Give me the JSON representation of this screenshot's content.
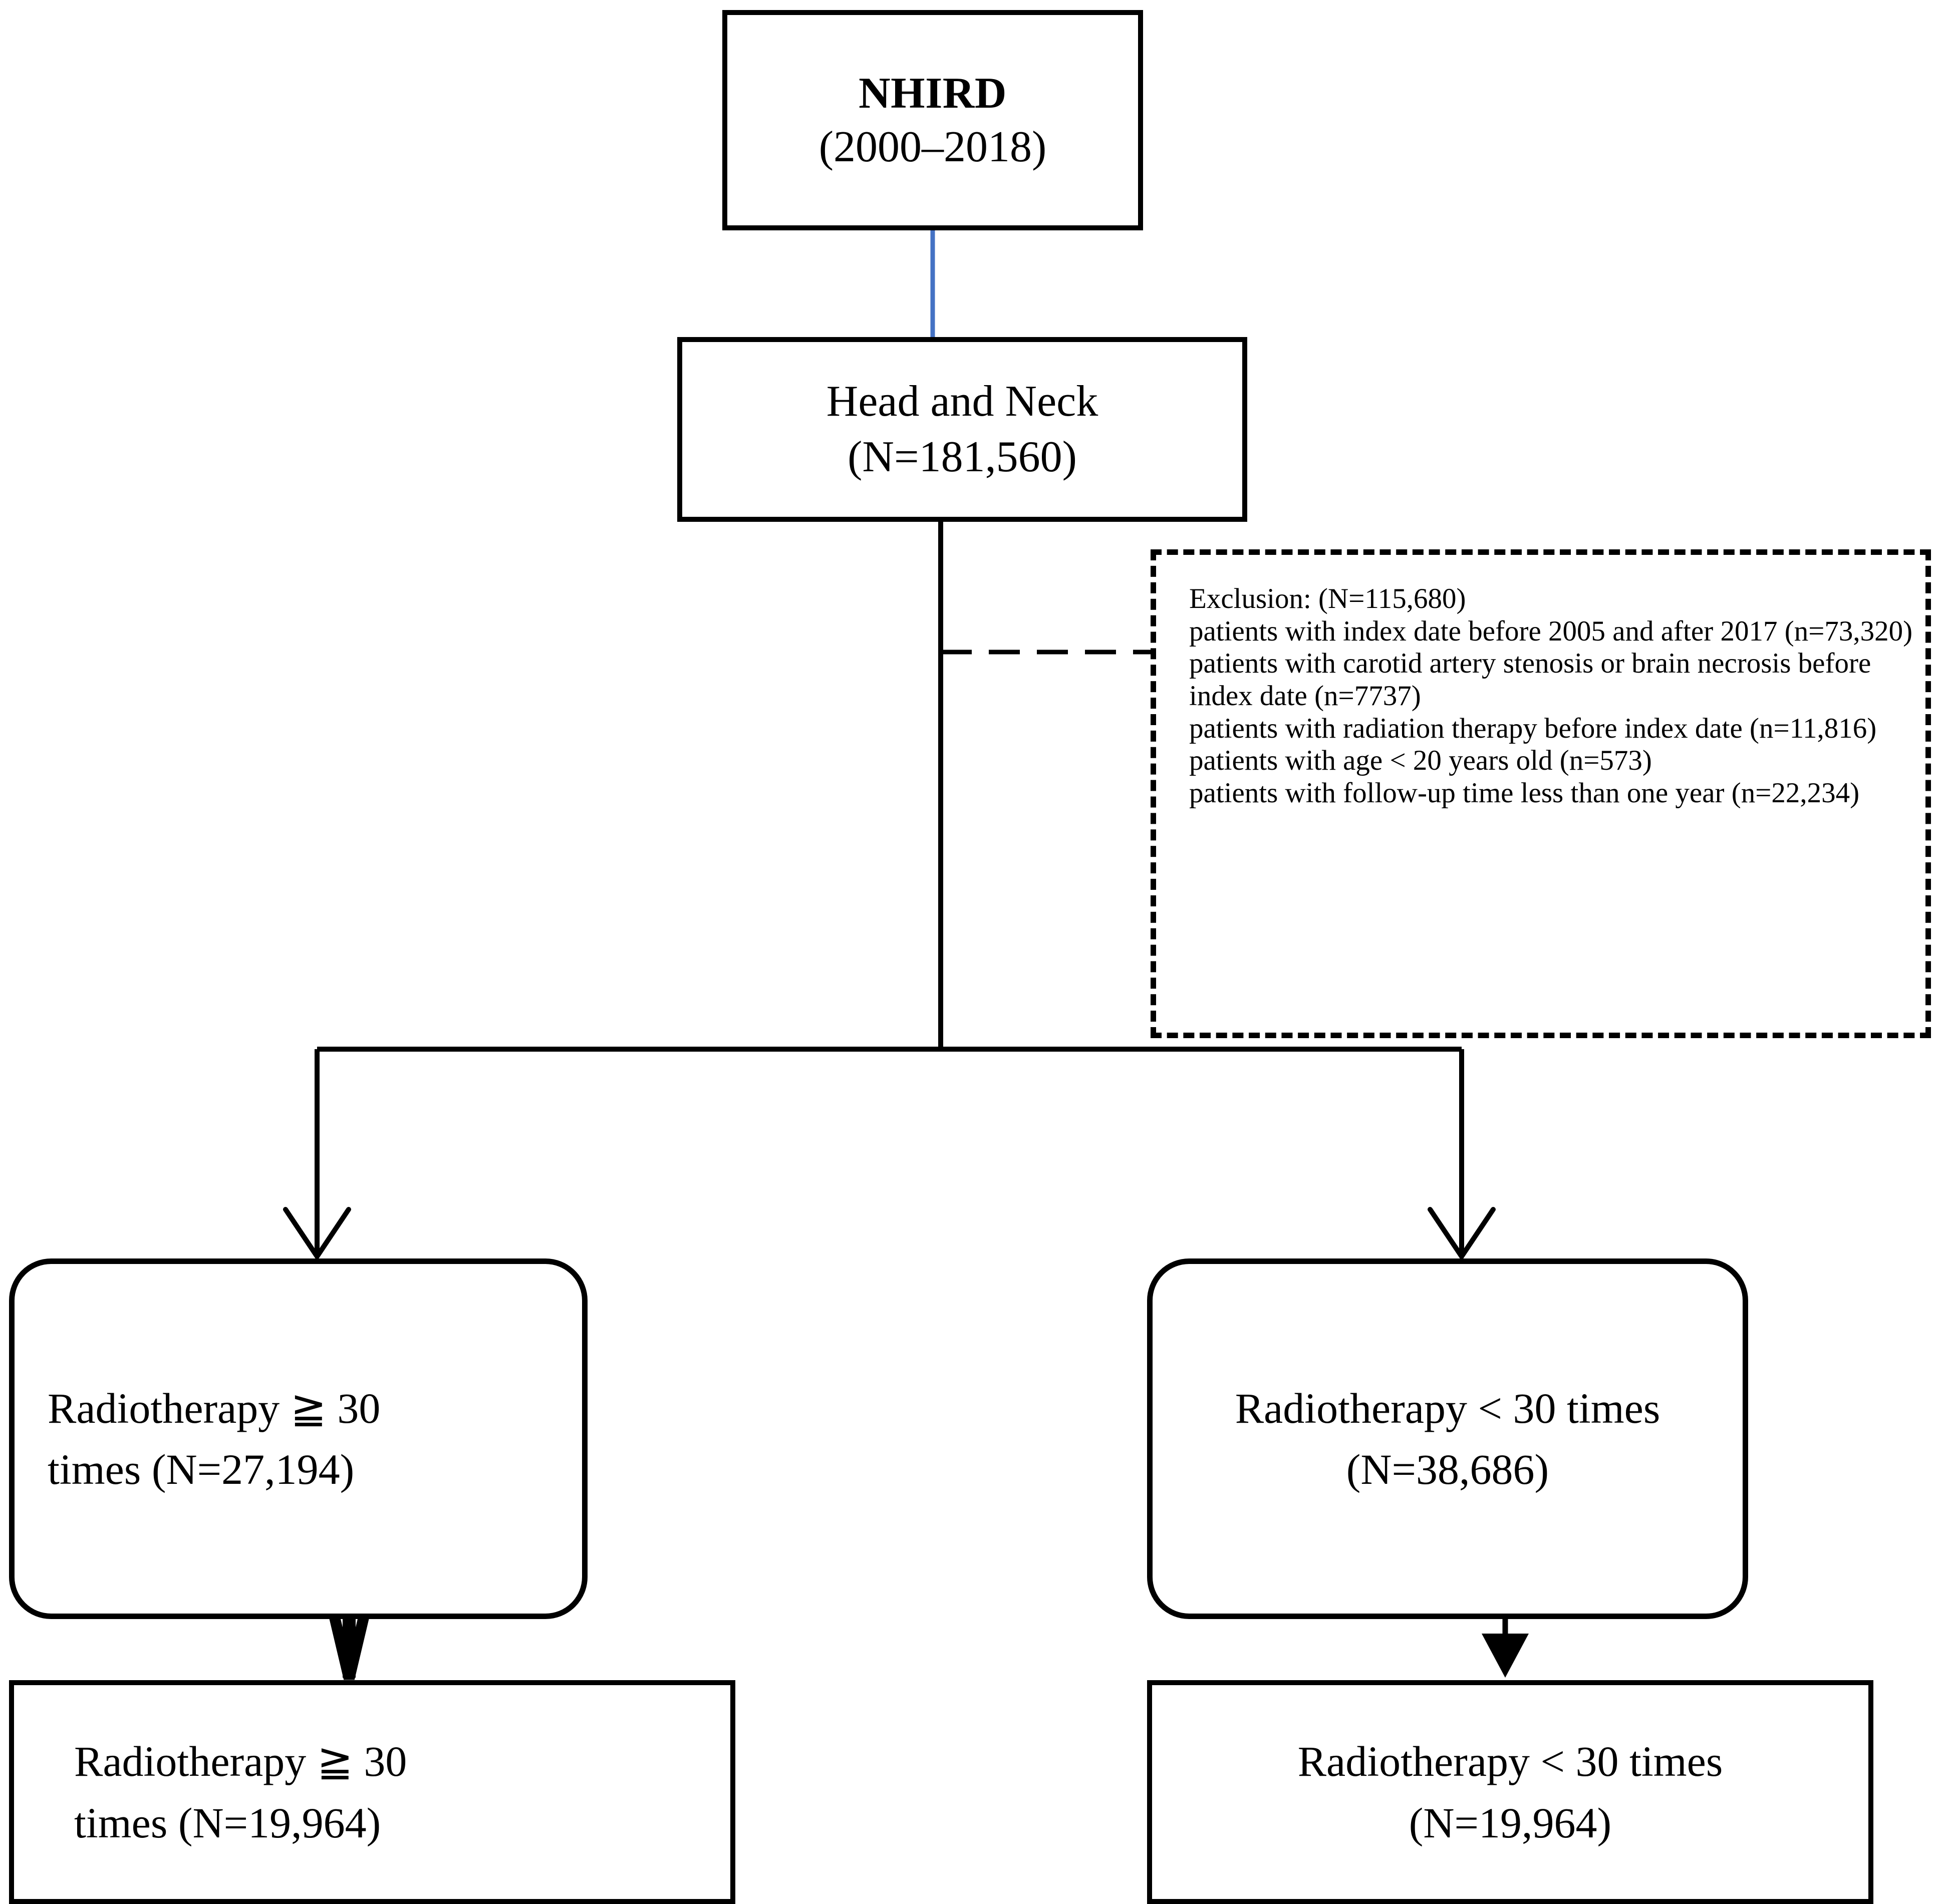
{
  "diagram": {
    "type": "flowchart",
    "title": "Study population selection flowchart",
    "colors": {
      "stroke": "#000000",
      "background": "#ffffff",
      "top_connector": "#4472c4"
    }
  },
  "nodes": {
    "source": {
      "line1": "NHIRD",
      "line2": "(2000–2018)"
    },
    "cohort": {
      "line1": "Head and Neck",
      "line2": "(N=181,560)"
    },
    "exclusion": {
      "lines": [
        "Exclusion: (N=115,680)",
        "patients with index date before 2005 and after 2017 (n=73,320)",
        "patients with carotid artery stenosis or brain necrosis before index date (n=7737)",
        "patients with radiation therapy before index date (n=11,816)",
        "patients with age < 20 years old (n=573)",
        "patients with follow-up time less than one year (n=22,234)"
      ]
    },
    "left_group": {
      "line1": "Radiotherapy ≧ 30",
      "line2": "times (N=27,194)"
    },
    "right_group": {
      "line1": "Radiotherapy < 30 times",
      "line2": "(N=38,686)"
    },
    "left_final": {
      "line1": "Radiotherapy ≧ 30",
      "line2": "times (N=19,964)"
    },
    "right_final": {
      "line1": "Radiotherapy < 30 times",
      "line2": "(N=19,964)"
    }
  }
}
